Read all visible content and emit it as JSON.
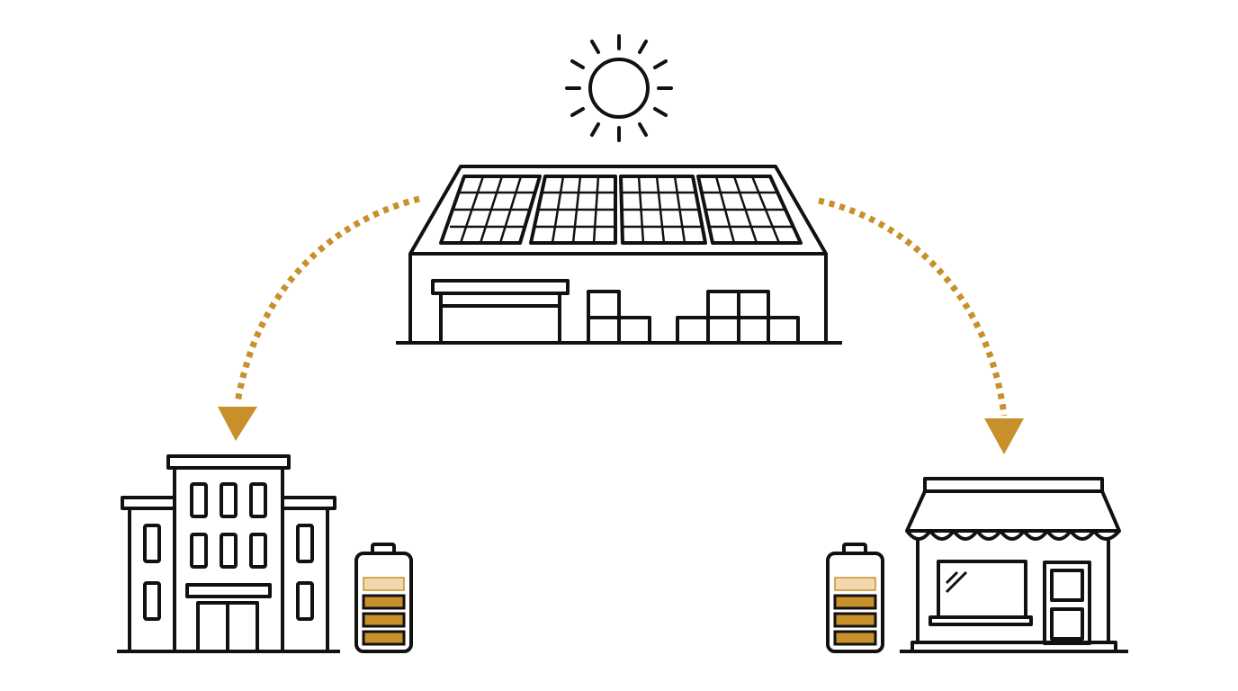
{
  "diagram": {
    "nodes": [
      {
        "id": "sun",
        "icon": "sun-icon"
      },
      {
        "id": "solar-warehouse",
        "icon": "solar-roof-warehouse-icon"
      },
      {
        "id": "office-building",
        "icon": "office-building-icon"
      },
      {
        "id": "office-battery",
        "icon": "battery-icon",
        "charge_level": 0.75
      },
      {
        "id": "storefront",
        "icon": "storefront-icon"
      },
      {
        "id": "store-battery",
        "icon": "battery-icon",
        "charge_level": 0.75
      }
    ],
    "edges": [
      {
        "from": "solar-warehouse",
        "to": "office-building",
        "style": "dotted-arrow"
      },
      {
        "from": "solar-warehouse",
        "to": "storefront",
        "style": "dotted-arrow"
      }
    ]
  },
  "colors": {
    "line": "#111111",
    "accent": "#c8902a",
    "accent_light": "#f2d8ad",
    "background": "#ffffff"
  }
}
